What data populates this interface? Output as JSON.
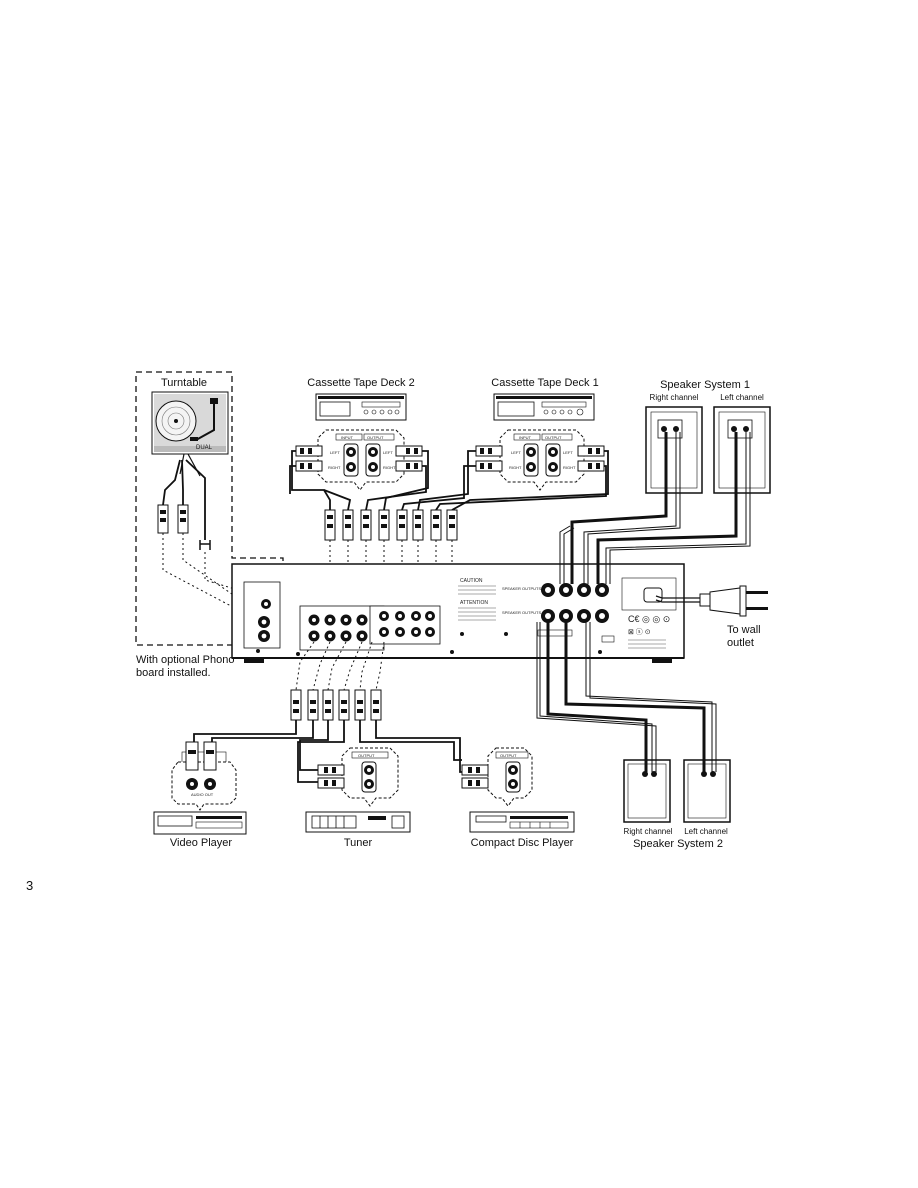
{
  "labels": {
    "turntable": "Turntable",
    "turntable_brand": "DUAL",
    "cassette_deck_2": "Cassette Tape Deck 2",
    "cassette_deck_1": "Cassette Tape Deck 1",
    "speaker_system_1": "Speaker System 1",
    "speaker_system_2": "Speaker System 2",
    "right_channel": "Right channel",
    "left_channel": "Left channel",
    "wall_outlet_line1": "To wall",
    "wall_outlet_line2": "outlet",
    "phono_note_line1": "With optional Phono",
    "phono_note_line2": "board installed.",
    "video_player": "Video Player",
    "tuner": "Tuner",
    "cd_player": "Compact Disc Player"
  },
  "jack_labels": {
    "input": "INPUT",
    "output": "OUTPUT",
    "left": "LEFT",
    "right": "RIGHT",
    "audio_out": "AUDIO OUT",
    "caution": "CAUTION",
    "attention": "ATTENTION",
    "speaker_outputs_1": "SPEAKER OUTPUTS 1",
    "speaker_outputs_2": "SPEAKER OUTPUTS 2"
  },
  "page_number": "3"
}
